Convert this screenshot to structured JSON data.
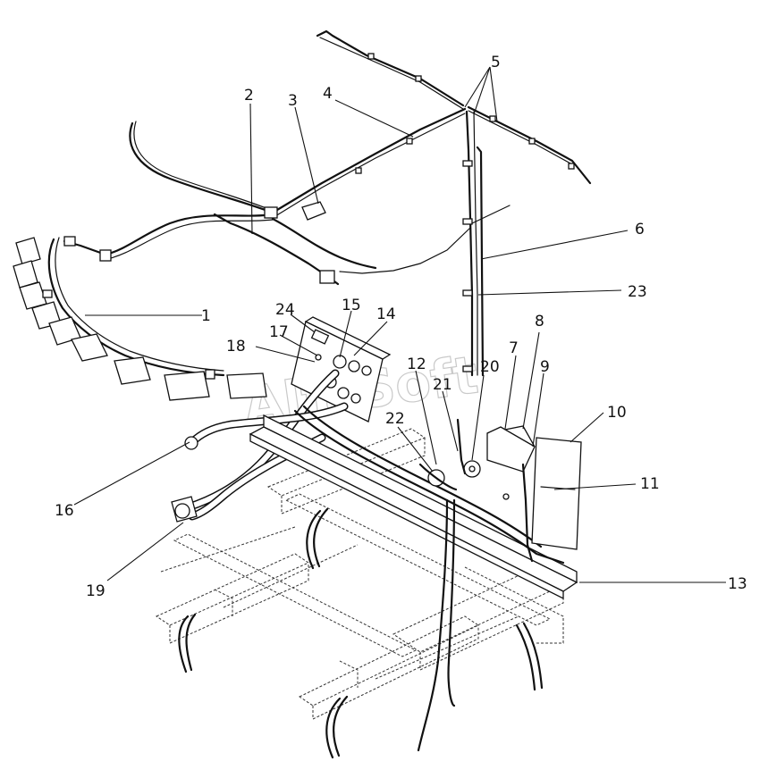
{
  "diagram": {
    "watermark": "AlfaSoft",
    "callouts": [
      "1",
      "2",
      "3",
      "4",
      "5",
      "6",
      "7",
      "8",
      "9",
      "10",
      "11",
      "12",
      "13",
      "14",
      "15",
      "16",
      "17",
      "18",
      "19",
      "20",
      "21",
      "22",
      "23",
      "24"
    ],
    "colors": {
      "ink": "#111111",
      "background": "#ffffff",
      "watermark": "#c9c9c9"
    }
  }
}
